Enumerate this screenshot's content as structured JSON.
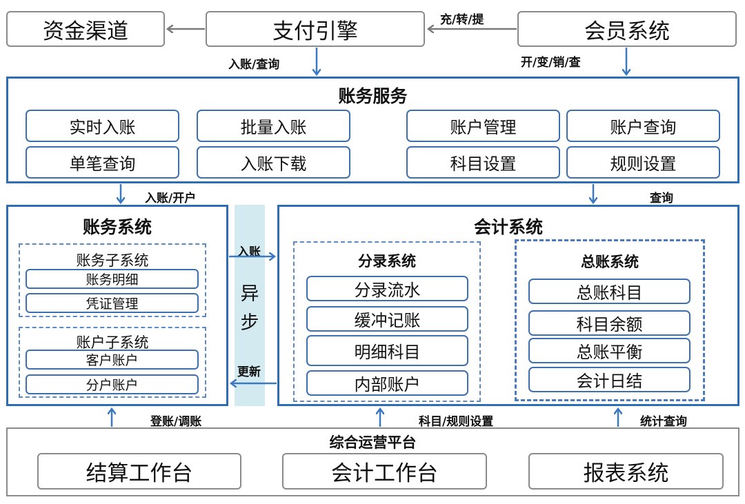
{
  "top": {
    "funding_channel": "资金渠道",
    "payment_engine": "支付引擎",
    "member_system": "会员系统"
  },
  "arrow_labels": {
    "charge_transfer_withdraw": "充/转/提",
    "post_query": "入账/查询",
    "open_change_close_query": "开/变/销/查",
    "post_open_account": "入账/开户",
    "query": "查询",
    "post": "入账",
    "update": "更新",
    "booking_adjust": "登账/调账",
    "subject_rule_setting": "科目/规则设置",
    "stat_query": "统计查询"
  },
  "account_service": {
    "title": "账务服务",
    "left_items": [
      "实时入账",
      "批量入账",
      "单笔查询",
      "入账下载"
    ],
    "right_items": [
      "账户管理",
      "账户查询",
      "科目设置",
      "规则设置"
    ]
  },
  "accounting_ops_system": {
    "title": "账务系统",
    "sub1": {
      "title": "账务子系统",
      "items": [
        "账务明细",
        "凭证管理"
      ]
    },
    "sub2": {
      "title": "账户子系统",
      "items": [
        "客户账户",
        "分户账户"
      ]
    }
  },
  "async_label": "异步",
  "accounting_system": {
    "title": "会计系统",
    "entry_system": {
      "title": "分录系统",
      "items": [
        "分录流水",
        "缓冲记账",
        "明细科目",
        "内部账户"
      ]
    },
    "ledger_system": {
      "title": "总账系统",
      "items": [
        "总账科目",
        "科目余额",
        "总账平衡",
        "会计日结"
      ]
    }
  },
  "ops_platform": {
    "title": "综合运营平台",
    "items": [
      "结算工作台",
      "会计工作台",
      "报表系统"
    ]
  },
  "colors": {
    "blue_border": "#2d6db5",
    "gray_border": "#8a8a8a",
    "async_band": "#d3eaf1",
    "arrow_blue": "#3a78c2",
    "arrow_gray": "#7a7a7a"
  }
}
